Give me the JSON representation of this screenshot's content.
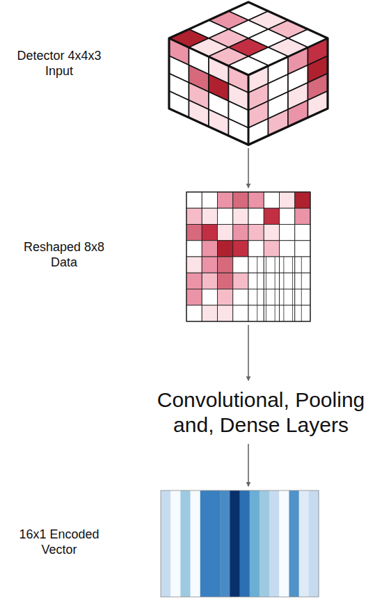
{
  "diagram": {
    "nodes": [
      {
        "text": [
          "Detector 4x4x3 Input"
        ]
      },
      {
        "text": [
          "Reshaped 8x8 Data"
        ]
      },
      {
        "text": [
          "Convolutional, Pooling and, Dense Layers"
        ]
      },
      {
        "text": [
          "16x1 Encoded Vector"
        ]
      }
    ],
    "edges": [
      {
        "from": 0,
        "to": 1,
        "arrow": "to"
      },
      {
        "from": 1,
        "to": 2,
        "arrow": "to"
      },
      {
        "from": 2,
        "to": 3,
        "arrow": "to"
      }
    ]
  }
}
